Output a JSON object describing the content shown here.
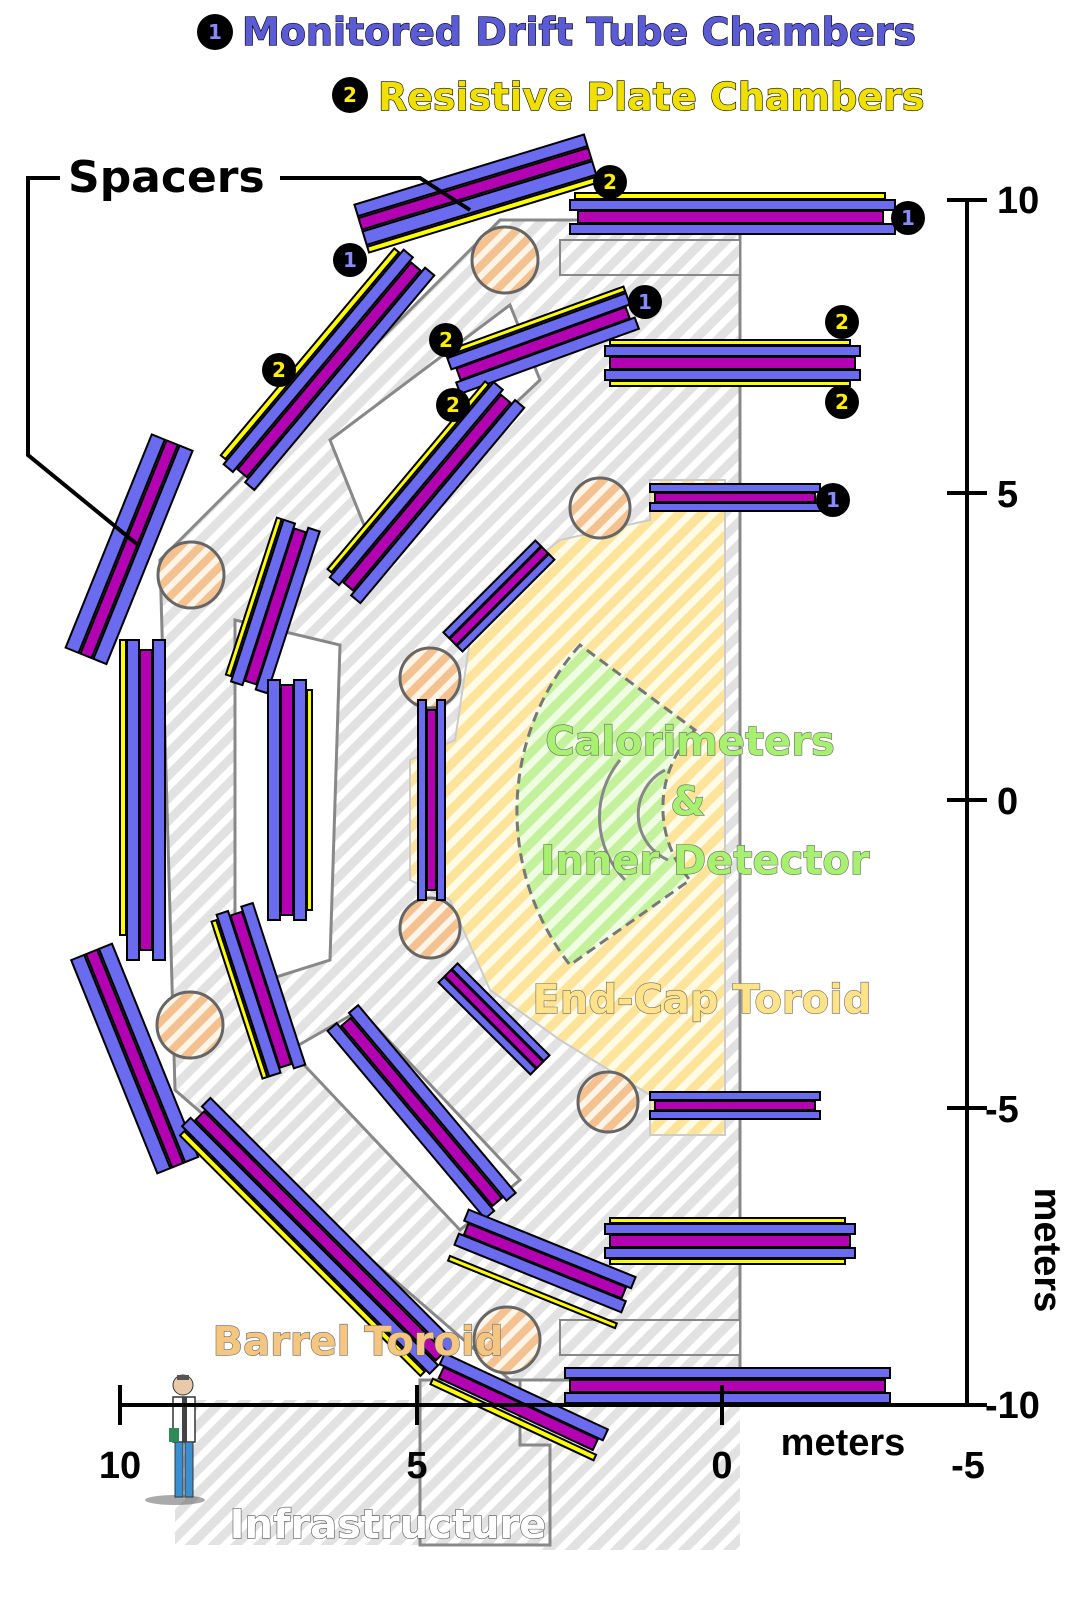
{
  "legend": {
    "mdt": {
      "number": "1",
      "label": "Monitored Drift Tube Chambers",
      "color": "#5b5bd6"
    },
    "rpc": {
      "number": "2",
      "label": "Resistive Plate Chambers",
      "color": "#f0e000"
    }
  },
  "labels": {
    "spacers": "Spacers",
    "calorimeters_1": "Calorimeters",
    "calorimeters_amp": "&",
    "calorimeters_2": "Inner  Detector",
    "end_cap_toroid": "End-Cap Toroid",
    "barrel_toroid": "Barrel Toroid",
    "infrastructure": "Infrastructure"
  },
  "vertical_axis": {
    "ticks": [
      "10",
      "5",
      "0",
      "-5",
      "-10"
    ],
    "unit": "meters"
  },
  "horizontal_axis": {
    "ticks": [
      "10",
      "5",
      "0",
      "-5"
    ],
    "unit": "meters"
  },
  "badges": {
    "one": "1",
    "two": "2"
  },
  "colors": {
    "mdt": "#6b6bf0",
    "mdt_core": "#b300b3",
    "rpc": "#ffff00",
    "support": "#dcdcdc",
    "end_cap": "#fde9a0",
    "calorimeter": "#b8f08a",
    "coil": "#f5c59a"
  }
}
